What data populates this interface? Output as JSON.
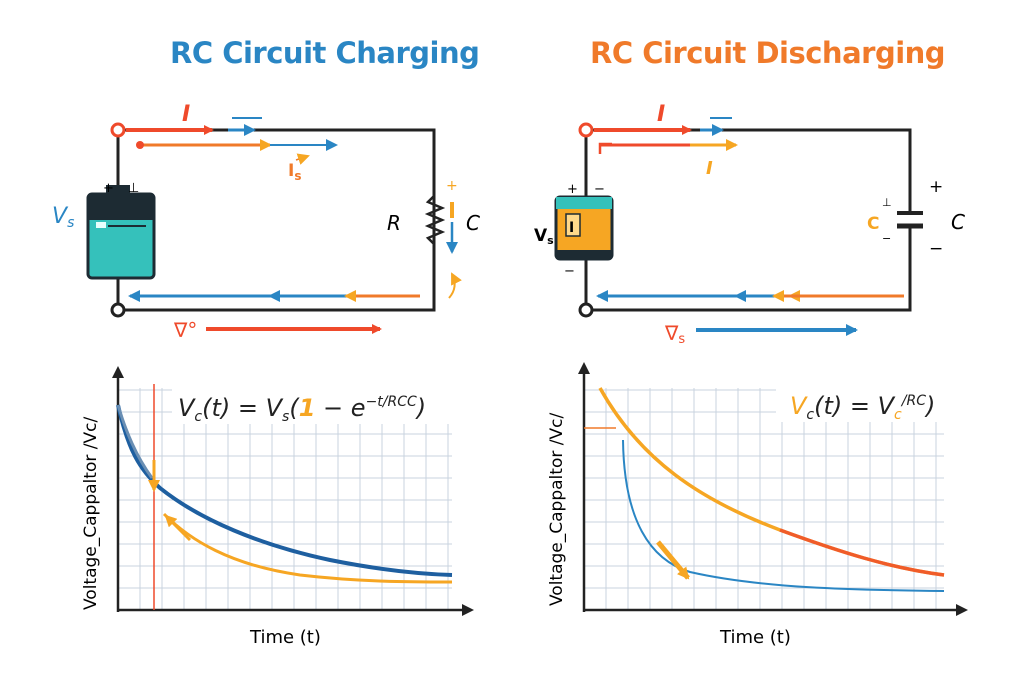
{
  "colors": {
    "blue": "#2a86c4",
    "orange": "#f07a2a",
    "red": "#ef4a2b",
    "yellow": "#f6a623",
    "teal": "#35c1bb",
    "dark": "#222222",
    "grid": "#c9d3df",
    "curve_blue": "#1e5fa0"
  },
  "left_panel": {
    "title": "RC Circuit Charging",
    "circuit": {
      "source_label": "V",
      "source_sub": "s",
      "source_plus": "+",
      "source_minus": "⊥",
      "resistor_label": "R",
      "capacitor_label": "C",
      "cap_plus": "+",
      "current_top_label": "I",
      "current_is_label": "I",
      "current_is_sub": "s",
      "bottom_symbol": "∇°"
    },
    "graph": {
      "ylabel": "Voltage_Cappaltor /Vc/",
      "xlabel": "Time (t)",
      "formula": {
        "a": "V",
        "a_sub": "c",
        "b": "(t) = V",
        "b_sub": "s",
        "c": "(",
        "d": "1",
        "e": " − e",
        "sup": "−t/RCC",
        "f": ")"
      }
    }
  },
  "right_panel": {
    "title": "RC Circuit Discharging",
    "circuit": {
      "source_label": "V",
      "source_sub": "s",
      "source_plus": "+",
      "source_minus": "−",
      "source_inner": "I",
      "capacitor_label": "C",
      "cap_plus": "+",
      "cap_minus": "−",
      "cap_left_label": "C",
      "cap_left_top": "⊥",
      "cap_left_bottom": "−",
      "current_top_label": "I",
      "current_yellow_label": "I",
      "bottom_symbol": "∇",
      "bottom_sub": "s"
    },
    "graph": {
      "ylabel": "Voltage_Cappaltor /Vc/",
      "xlabel": "Time (t)",
      "formula": {
        "a": "V",
        "a_sub": "c",
        "b": "(t) = V",
        "b_sub": "c",
        "sup": "/RC",
        "f": ")"
      }
    }
  }
}
